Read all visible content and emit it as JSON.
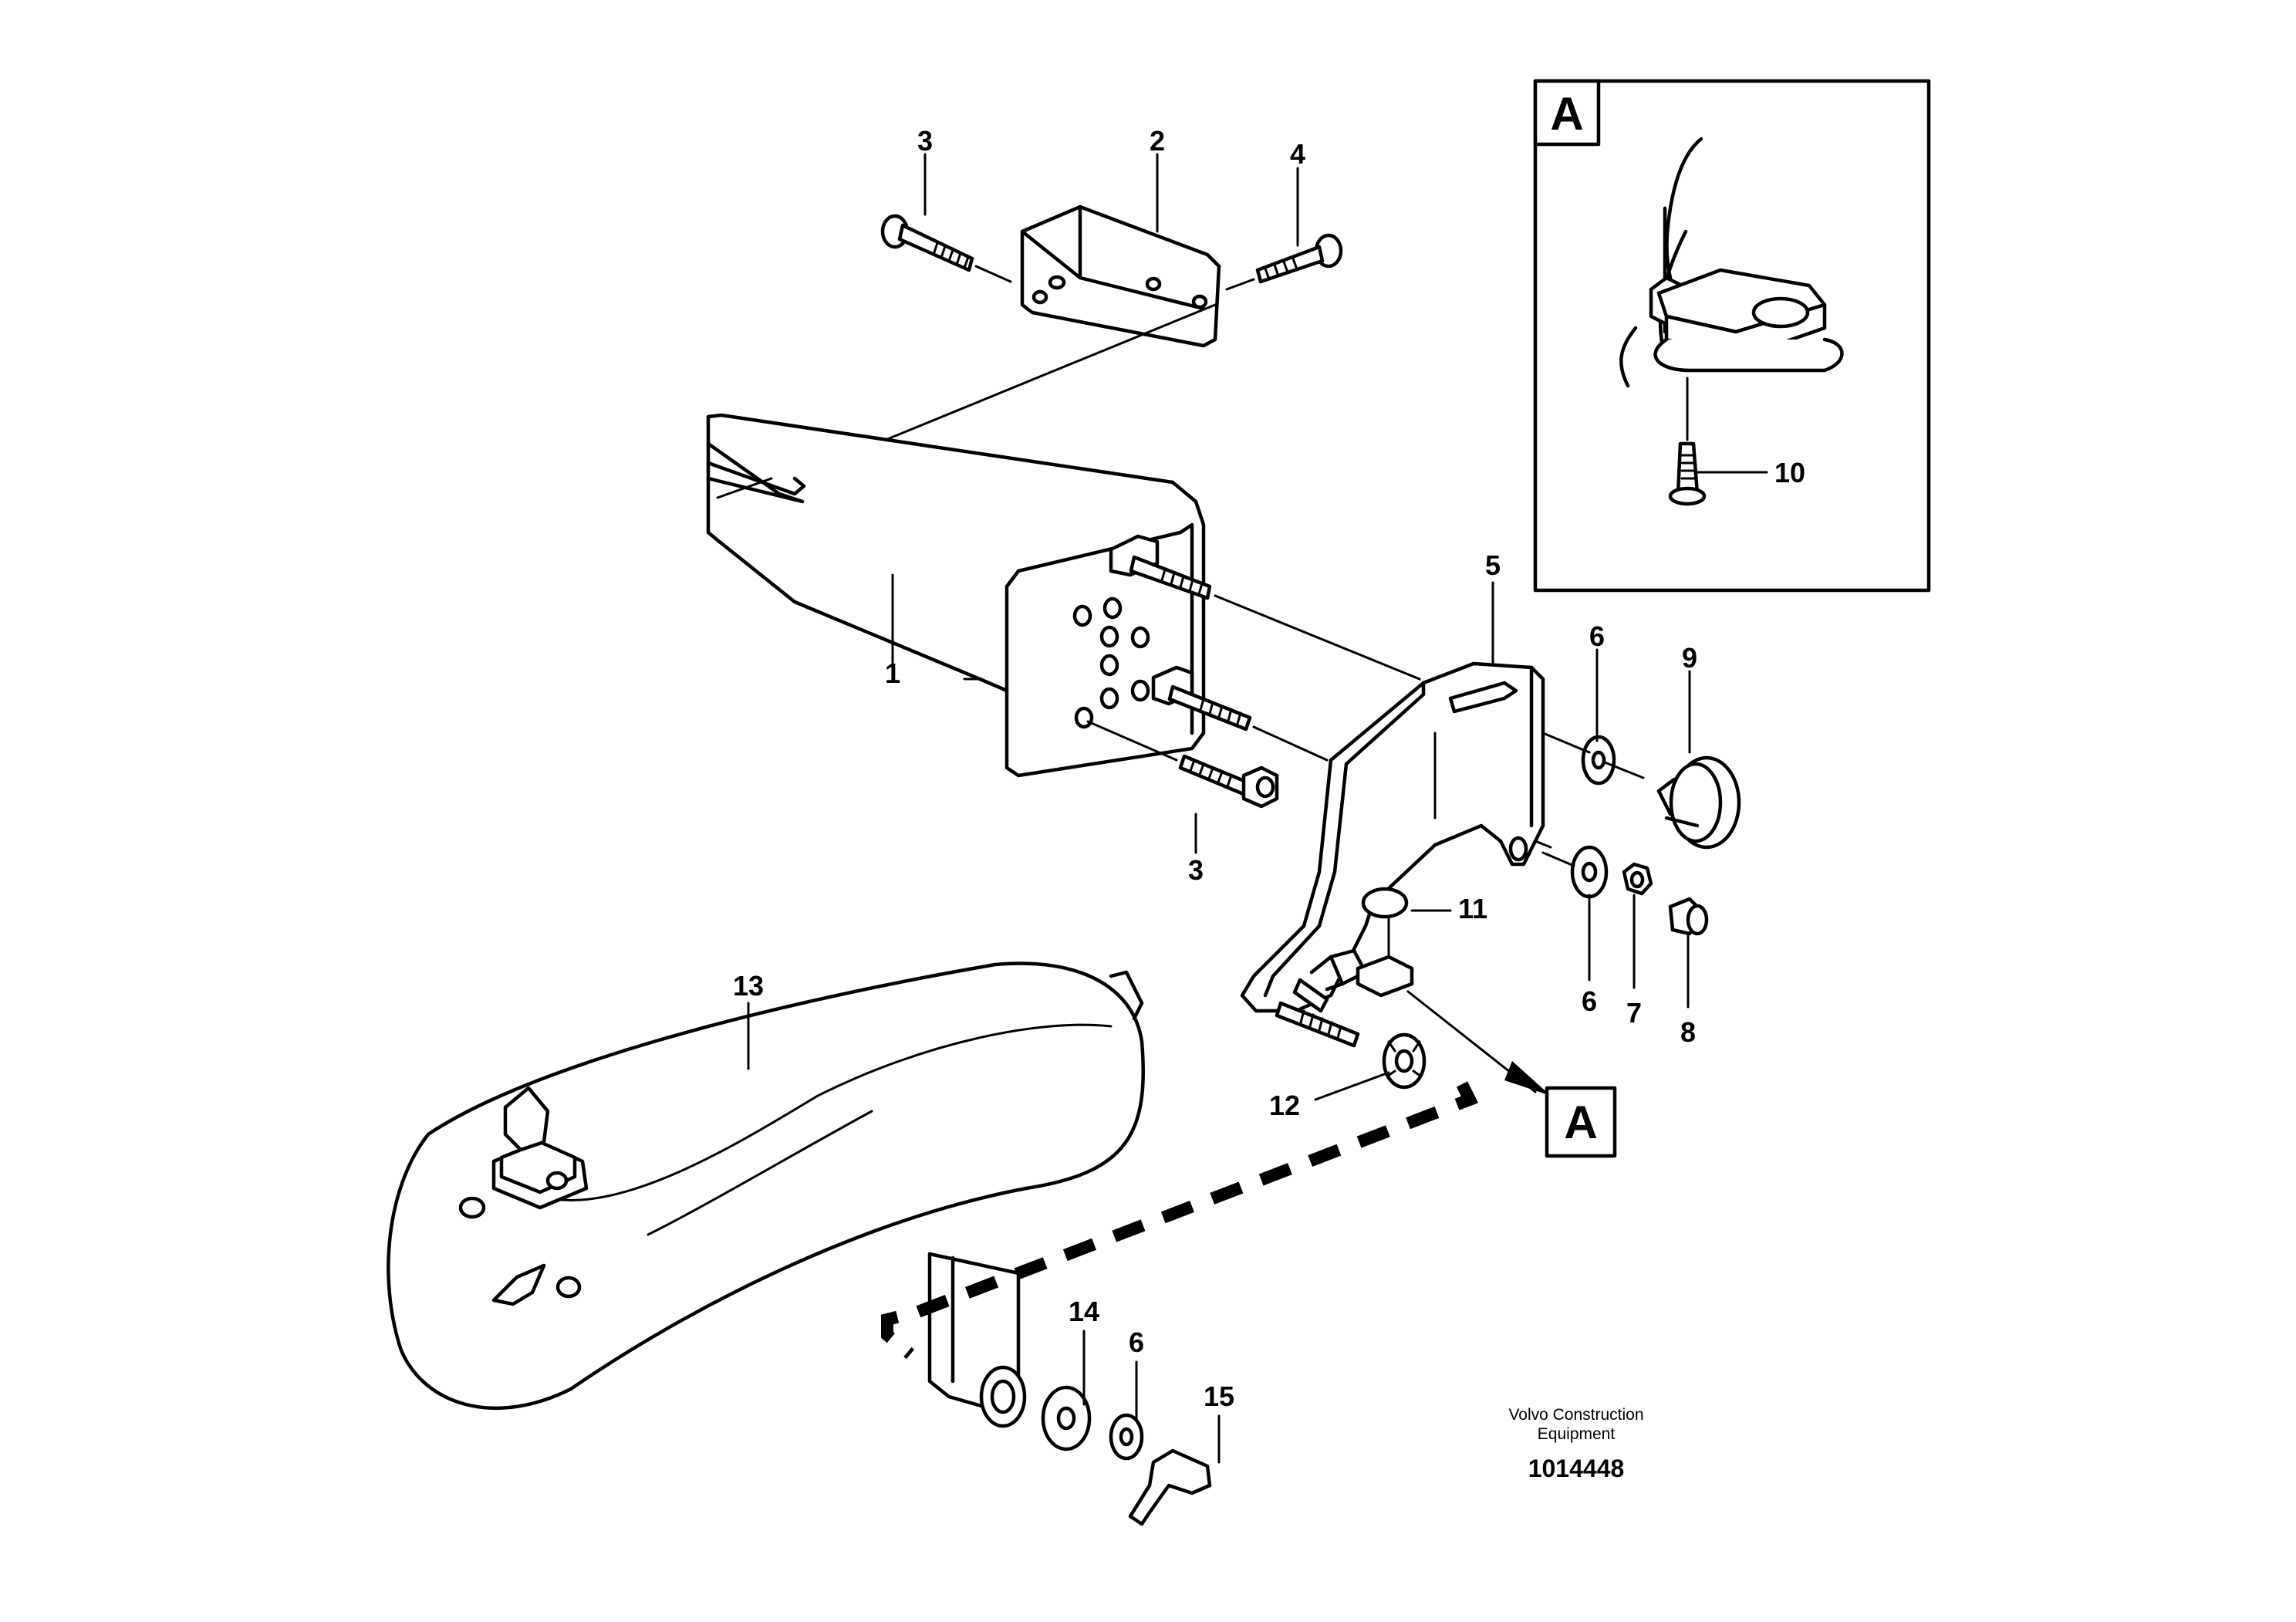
{
  "callouts": {
    "c1": "1",
    "c2": "2",
    "c3a": "3",
    "c3b": "3",
    "c4": "4",
    "c5": "5",
    "c6a": "6",
    "c6b": "6",
    "c6c": "6",
    "c7": "7",
    "c8": "8",
    "c9": "9",
    "c10": "10",
    "c11": "11",
    "c12": "12",
    "c13": "13",
    "c14": "14",
    "c15": "15"
  },
  "detail_view_label": "A",
  "detail_ref_label": "A",
  "caption": {
    "company_line1": "Volvo Construction",
    "company_line2": "Equipment",
    "drawing_number": "1014448"
  }
}
